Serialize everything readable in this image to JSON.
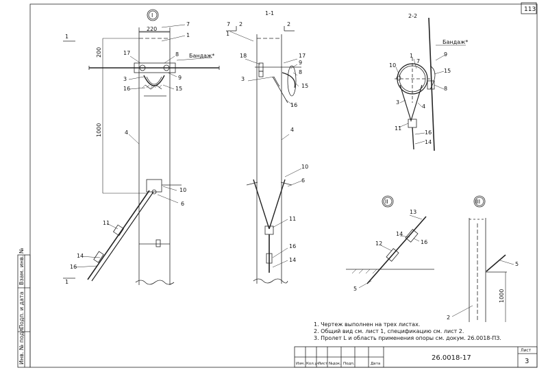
{
  "sheet_number_top": "113",
  "views": {
    "front": {
      "marker": "I",
      "section_mark": "1",
      "dim_width": "220",
      "dim_top": "200",
      "dim_height": "1000",
      "bandage": "Бандаж*"
    },
    "section_1_1": {
      "title": "1-1",
      "cut_left": "2",
      "cut_right": "2",
      "num7": "7"
    },
    "section_2_2": {
      "title": "2-2",
      "bandage": "Бандаж*"
    },
    "detail_2": {
      "marker": "II"
    },
    "detail_3": {
      "marker": "III",
      "dim": "1000"
    }
  },
  "front_labels": [
    "7",
    "1",
    "17",
    "8",
    "3",
    "9",
    "16",
    "15",
    "4",
    "10",
    "6",
    "11",
    "14",
    "16"
  ],
  "sec11_labels": [
    "1",
    "18",
    "17",
    "9",
    "8",
    "3",
    "15",
    "16",
    "4",
    "10",
    "6",
    "11",
    "16",
    "14"
  ],
  "sec22_labels": [
    "1",
    "7",
    "10",
    "9",
    "15",
    "8",
    "3",
    "4",
    "11",
    "16",
    "14"
  ],
  "det2_labels": [
    "13",
    "14",
    "16",
    "12",
    "5"
  ],
  "det3_labels": [
    "5",
    "2"
  ],
  "notes": [
    "1. Чертеж выполнен на трех листах.",
    "2. Общий вид см. лист 1, спецификацию см. лист 2.",
    "3. Пролет L и область применения опоры см. докум. 26.0018-ПЗ."
  ],
  "stamp": {
    "headers": [
      "Изм.",
      "Кол.уч",
      "Лист",
      "№док.",
      "Подп.",
      "Дата"
    ],
    "doc_code": "26.0018-17",
    "sheet_label": "Лист",
    "sheet_value": "3"
  },
  "side_fields": [
    "Инв. № подл.",
    "Подп. и дата",
    "Взам. инв. №"
  ]
}
